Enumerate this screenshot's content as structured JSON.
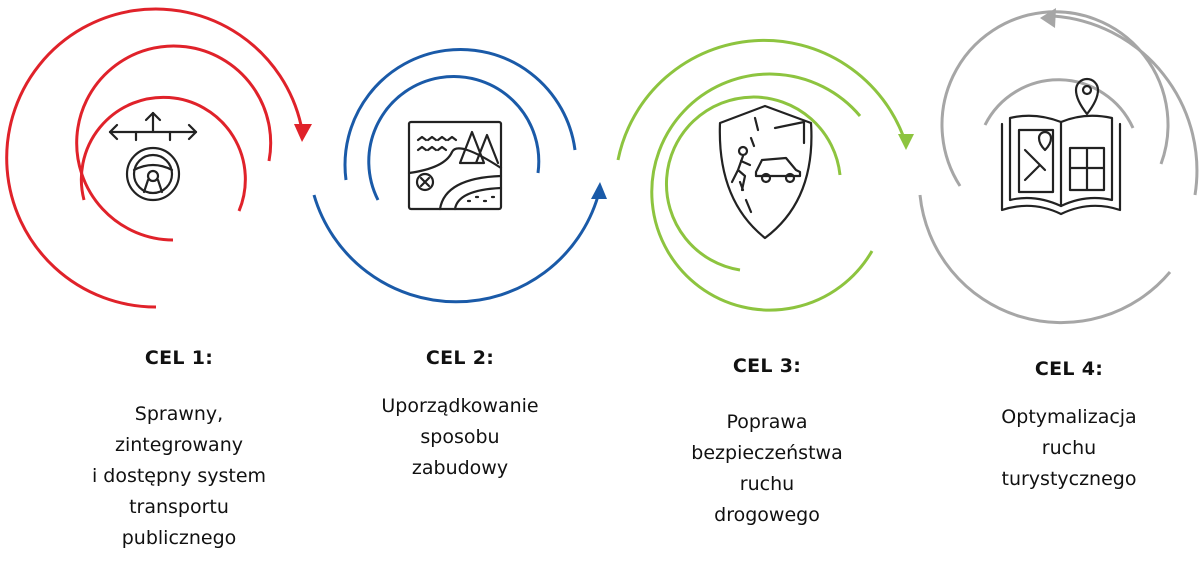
{
  "goals": [
    {
      "heading": "CEL 1:",
      "lines": [
        "Sprawny,",
        "zintegrowany",
        "i dostępny system",
        "transportu",
        "publicznego"
      ],
      "color": "#e0222a",
      "icon": "steering-wheel-directions-icon"
    },
    {
      "heading": "CEL 2:",
      "lines": [
        "Uporządkowanie",
        "sposobu",
        "zabudowy"
      ],
      "color": "#1a5aa8",
      "icon": "land-plan-map-icon"
    },
    {
      "heading": "CEL 3:",
      "lines": [
        "Poprawa",
        "bezpieczeństwa",
        "ruchu",
        "drogowego"
      ],
      "color": "#8dc43f",
      "icon": "road-safety-shield-icon"
    },
    {
      "heading": "CEL 4:",
      "lines": [
        "Optymalizacja",
        "ruchu",
        "turystycznego"
      ],
      "color": "#a6a6a6",
      "icon": "tourist-map-book-icon"
    }
  ]
}
